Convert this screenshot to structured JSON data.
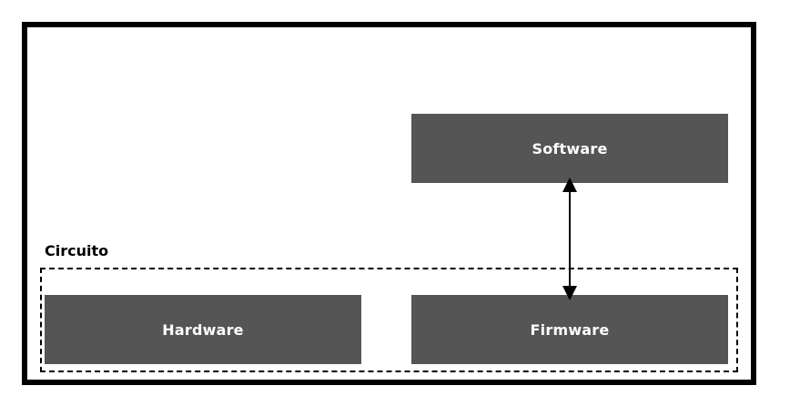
{
  "diagram": {
    "group": {
      "label": "Circuito"
    },
    "nodes": {
      "software": {
        "label": "Software"
      },
      "hardware": {
        "label": "Hardware"
      },
      "firmware": {
        "label": "Firmware"
      }
    },
    "edges": [
      {
        "from": "software",
        "to": "firmware",
        "direction": "bidirectional"
      }
    ],
    "colors": {
      "node_fill": "#555555",
      "node_text": "#ffffff",
      "border": "#000000"
    }
  }
}
